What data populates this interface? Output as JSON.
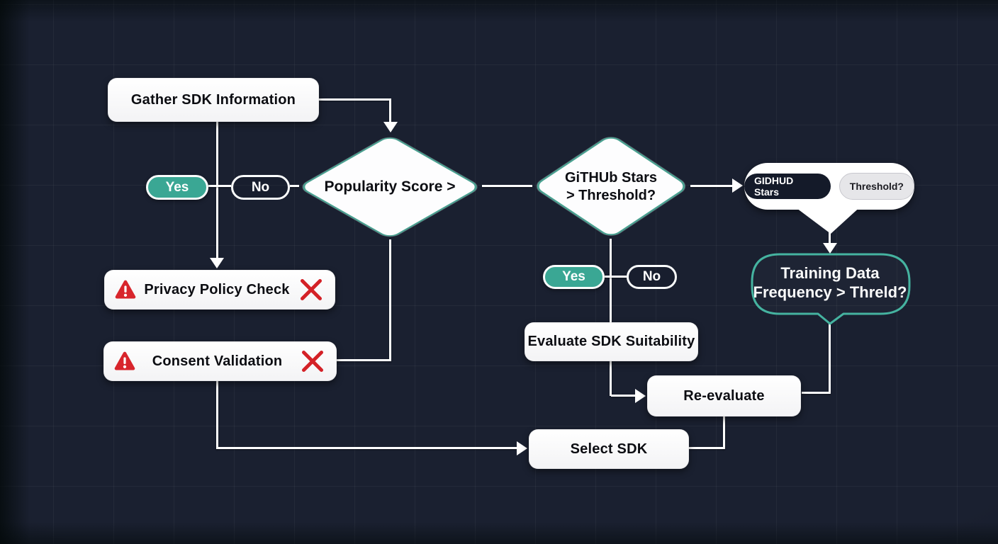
{
  "colors": {
    "accent_teal": "#3aa794",
    "teal_border": "#4aa191",
    "training_border": "#45b3a0",
    "danger_red": "#d8252c",
    "line_color": "#ffffff",
    "bg": "#1a2030"
  },
  "nodes": {
    "gather": {
      "label": "Gather SDK Information"
    },
    "popularity_decision": {
      "label": "Popularity Score >"
    },
    "branch_popularity": {
      "yes": "Yes",
      "no": "No"
    },
    "github_decision": {
      "line1": "GiTHUb Stars",
      "line2": "> Threshold?"
    },
    "stars_callout": {
      "dark_pill": "GIDHUD Stars",
      "light_pill": "Threshold?"
    },
    "training_decision": {
      "line1": "Training Data",
      "line2": "Frequency > Threld?"
    },
    "privacy_check": {
      "label": "Privacy Policy Check"
    },
    "consent_validation": {
      "label": "Consent Validation"
    },
    "branch_github": {
      "yes": "Yes",
      "no": "No"
    },
    "evaluate": {
      "label": "Evaluate SDK Suitability"
    },
    "reevaluate": {
      "label": "Re-evaluate"
    },
    "select_sdk": {
      "label": "Select SDK"
    }
  }
}
